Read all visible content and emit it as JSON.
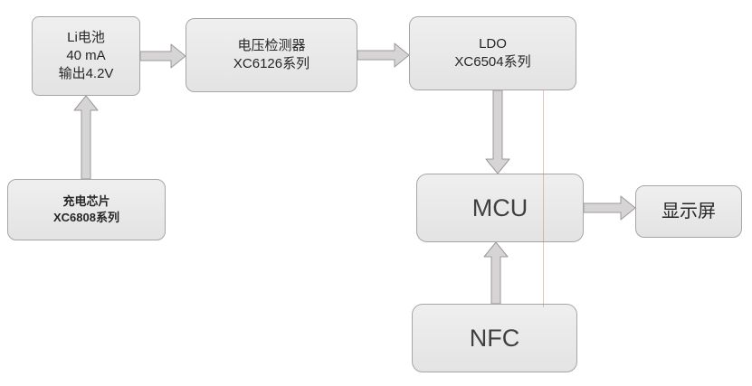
{
  "diagram": {
    "nodes": {
      "battery": {
        "line1": "Li电池",
        "line2": "40 mA",
        "line3": "输出4.2V"
      },
      "voltage_detector": {
        "line1": "电压检测器",
        "line2": "XC6126系列"
      },
      "ldo": {
        "line1": "LDO",
        "line2": "XC6504系列"
      },
      "charger": {
        "line1": "充电芯片",
        "line2": "XC6808系列"
      },
      "mcu": {
        "label": "MCU"
      },
      "display": {
        "label": "显示屏"
      },
      "nfc": {
        "label": "NFC"
      }
    },
    "edges": [
      {
        "from": "charger",
        "to": "battery"
      },
      {
        "from": "battery",
        "to": "voltage_detector"
      },
      {
        "from": "voltage_detector",
        "to": "ldo"
      },
      {
        "from": "ldo",
        "to": "mcu"
      },
      {
        "from": "mcu",
        "to": "display"
      },
      {
        "from": "nfc",
        "to": "mcu"
      }
    ],
    "colors": {
      "background": "#ffffff",
      "box_fill_top": "#efefef",
      "box_fill_bottom": "#e3e3e3",
      "box_border": "#a6a6a6",
      "arrow_fill": "#d6d4d4",
      "arrow_border": "#9b9999",
      "accent_line": "#c0504d"
    }
  }
}
